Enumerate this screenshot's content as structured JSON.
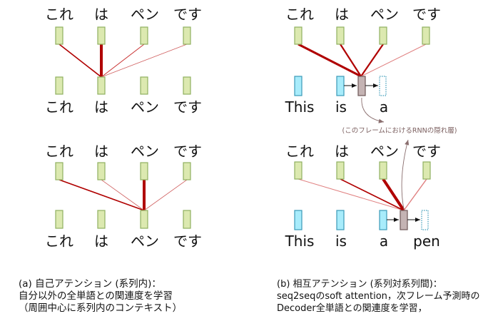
{
  "ja_words": [
    "これ",
    "は",
    "ペン",
    "です"
  ],
  "en_words": [
    "This",
    "is",
    "a",
    "pen"
  ],
  "rnn_note": "(このフレームにおけるRNNの隠れ層)",
  "caption_a": {
    "line1": "(a) 自己アテンション (系列内)：",
    "line2": "自分以外の全単語との関連度を学習",
    "line3": "（周囲中心に系列内のコンテキスト）"
  },
  "caption_b": {
    "line1": "(b) 相互アテンション (系列対系列間)：",
    "line2": "seq2seqのsoft attention，次フレーム予測時の",
    "line3": "Decoder全単語との関連度を学習，"
  },
  "colors": {
    "strong": "#b00000",
    "weak": "#e08080",
    "encoder": "#dce9b0",
    "decoder": "#a8ecfb",
    "hidden": "#c4b3b3"
  }
}
